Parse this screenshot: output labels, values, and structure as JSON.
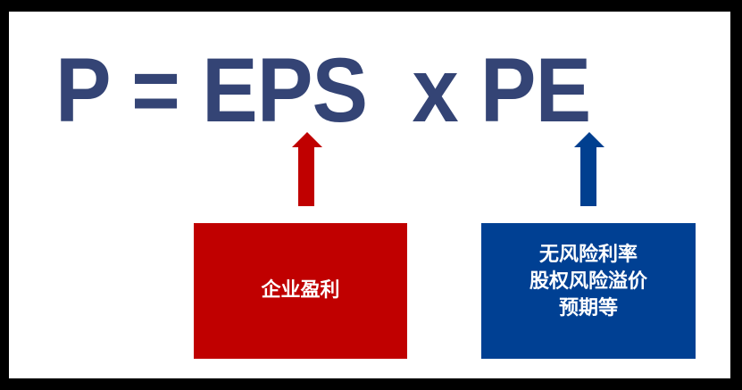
{
  "formula": {
    "text": "P = EPS  x PE",
    "parts": [
      "P",
      "=",
      "EPS",
      "x",
      "PE"
    ],
    "color": "#344475"
  },
  "left_factor": {
    "term": "EPS",
    "arrow_color": "#C00000",
    "box_color": "#C00000",
    "lines": [
      "企业盈利"
    ]
  },
  "right_factor": {
    "term": "PE",
    "arrow_color": "#003F8F",
    "box_color": "#004093",
    "lines": [
      "无风险利率",
      "股权风险溢价",
      "预期等"
    ]
  },
  "frame": {
    "border_color": "#000000",
    "background": "#FFFFFF"
  }
}
